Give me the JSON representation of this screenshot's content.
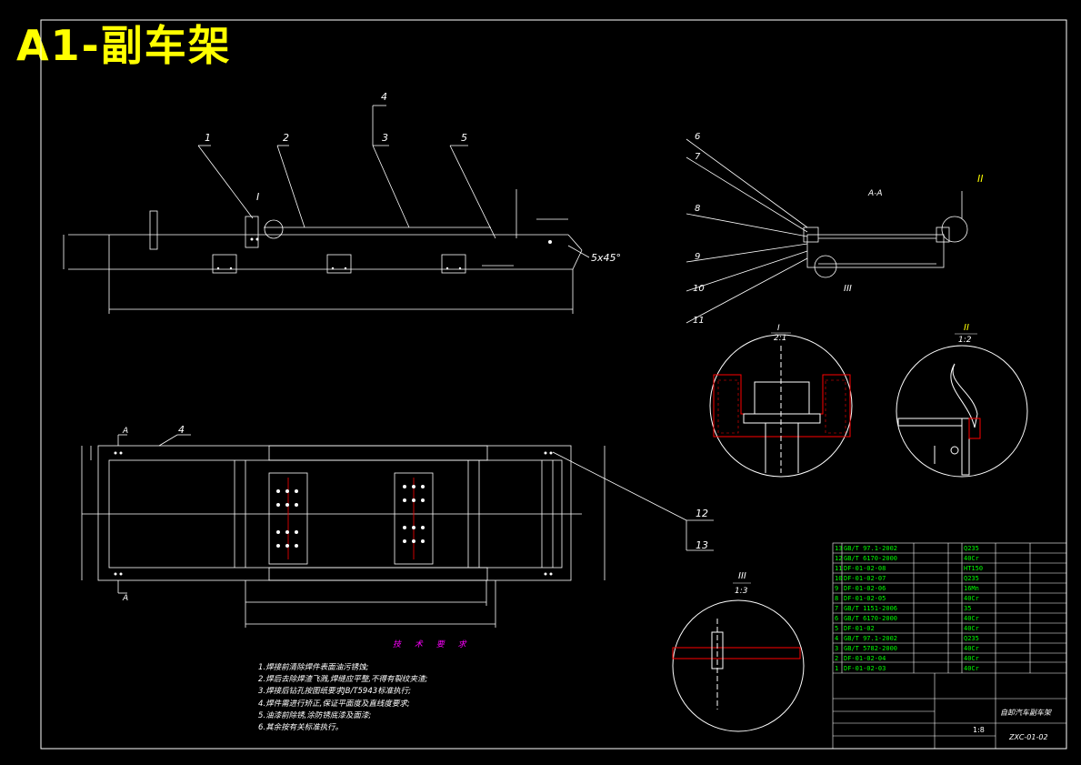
{
  "drawing": {
    "title": "A1-副车架",
    "colors": {
      "background": "#000000",
      "lines": "#ffffff",
      "title": "#ffff00",
      "table": "#00ff00",
      "accent": "#ff0000",
      "notes_title": "#ff00ff"
    }
  },
  "main_view": {
    "part_labels": [
      "1",
      "2",
      "3",
      "4",
      "5"
    ],
    "detail_marker": "I",
    "chamfer": "5x45°"
  },
  "plan_view": {
    "section_marks": [
      "A",
      "A"
    ],
    "part_labels": [
      "4",
      "12",
      "13"
    ]
  },
  "section_view": {
    "title": "A-A",
    "part_labels": [
      "6",
      "7",
      "8",
      "9",
      "10",
      "11"
    ],
    "detail_markers": [
      "II",
      "III"
    ]
  },
  "details": [
    {
      "id": "I",
      "scale": "2:1"
    },
    {
      "id": "II",
      "scale": "1:2"
    },
    {
      "id": "III",
      "scale": "1:3"
    }
  ],
  "technical_requirements": {
    "title": "技 术 要 求",
    "items": [
      "1.焊接前清除焊件表面油污锈蚀;",
      "2.焊后去除焊渣飞溅,焊缝应平整,不得有裂纹夹渣;",
      "3.焊接后钻孔按图纸要求JB/T5943标准执行;",
      "4.焊件需进行矫正,保证平面度及直线度要求;",
      "5.油漆前除锈,涂防锈底漆及面漆;",
      "6.其余按有关标准执行。"
    ]
  },
  "title_block": {
    "drawing_name": "自卸汽车副车架",
    "drawing_number": "ZXC-01-02",
    "scale": "1:8"
  }
}
